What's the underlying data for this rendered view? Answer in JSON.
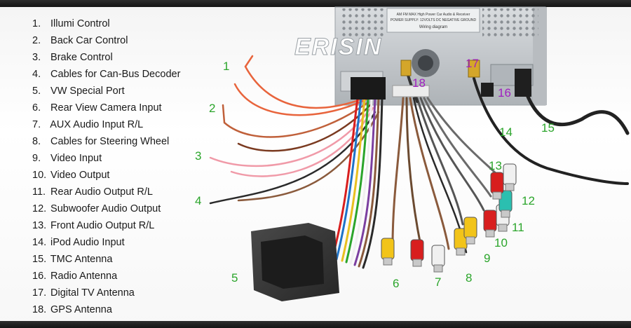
{
  "brand": "ERISIN",
  "device_label": {
    "line1": "AM FM MAX High Power Car Audio & Receiver",
    "line2": "POWER SUPPLY: 12VOLTS DC NEGATIVE GROUND",
    "line3": "Wiring diagram"
  },
  "legend": [
    {
      "num": "1.",
      "label": "Illumi Control"
    },
    {
      "num": "2.",
      "label": "Back Car Control"
    },
    {
      "num": "3.",
      "label": "Brake Control"
    },
    {
      "num": "4.",
      "label": "Cables for Can-Bus Decoder"
    },
    {
      "num": "5.",
      "label": "VW Special Port"
    },
    {
      "num": "6.",
      "label": "Rear View Camera Input"
    },
    {
      "num": "7.",
      "label": "AUX Audio Input R/L"
    },
    {
      "num": "8.",
      "label": "Cables for Steering Wheel"
    },
    {
      "num": "9.",
      "label": "Video Input"
    },
    {
      "num": "10.",
      "label": "Video Output"
    },
    {
      "num": "11.",
      "label": "Rear Audio Output R/L"
    },
    {
      "num": "12.",
      "label": "Subwoofer Audio Output"
    },
    {
      "num": "13.",
      "label": "Front Audio Output R/L"
    },
    {
      "num": "14.",
      "label": "iPod Audio Input"
    },
    {
      "num": "15.",
      "label": "TMC Antenna"
    },
    {
      "num": "16.",
      "label": "Radio Antenna"
    },
    {
      "num": "17.",
      "label": "Digital TV Antenna"
    },
    {
      "num": "18.",
      "label": "GPS Antenna"
    }
  ],
  "callouts": {
    "c1": "1",
    "c2": "2",
    "c3": "3",
    "c4": "4",
    "c5": "5",
    "c6": "6",
    "c7": "7",
    "c8": "8",
    "c9": "9",
    "c10": "10",
    "c11": "11",
    "c12": "12",
    "c13": "13",
    "c14": "14",
    "c15": "15",
    "c16": "16",
    "c17": "17",
    "c18": "18"
  },
  "colors": {
    "callout_green": "#2ba52b",
    "callout_purple": "#a020c0",
    "rca_yellow": "#f2c419",
    "rca_red": "#d81e1e",
    "rca_white": "#f0f0f0",
    "rca_teal": "#2bbfb0",
    "wire_orange": "#e8643c",
    "wire_pink": "#f09aa8",
    "wire_brown": "#8a5a3c",
    "foam": "#3a3a3a"
  }
}
